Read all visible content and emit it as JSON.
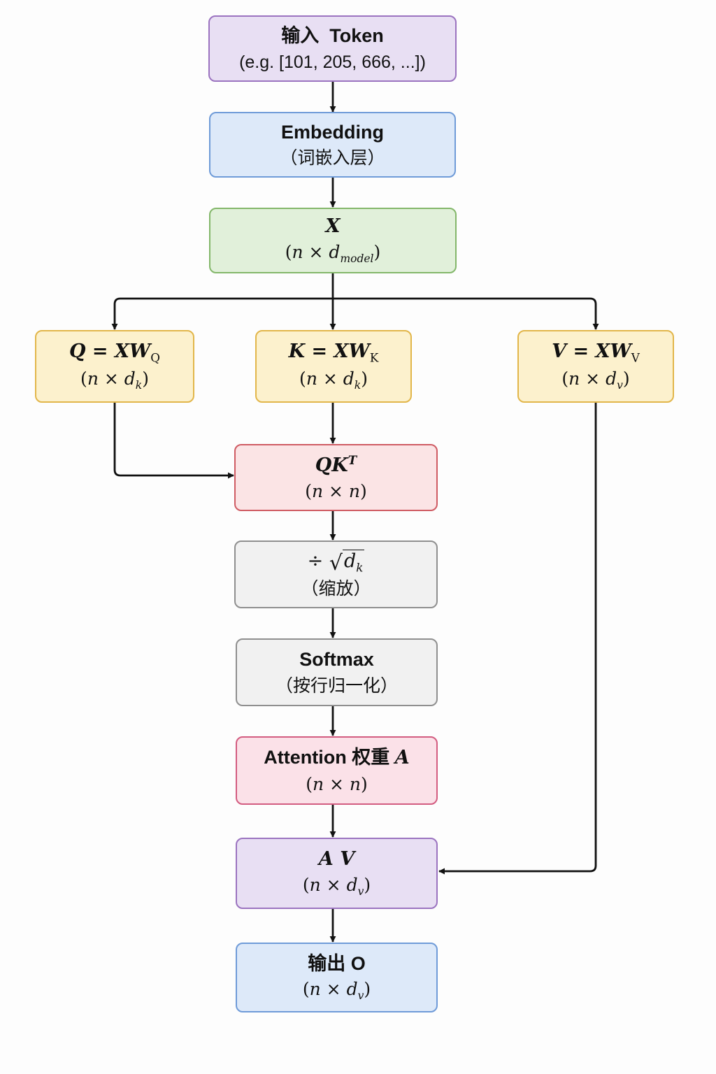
{
  "nodes": {
    "input": {
      "title_cn": "输入",
      "title_en": "Token",
      "subtitle": "(e.g. [101, 205, 666, ...])"
    },
    "embedding": {
      "title": "Embedding",
      "subtitle": "（词嵌入层）"
    },
    "x": {
      "symbol": "X",
      "sub_main": "d",
      "sub_index": "model"
    },
    "q": {
      "lhs": "Q",
      "rhs": "XW",
      "rhs_index": "Q",
      "dim": "d",
      "dim_index": "k"
    },
    "k": {
      "lhs": "K",
      "rhs": "XW",
      "rhs_index": "K",
      "dim": "d",
      "dim_index": "k"
    },
    "v": {
      "lhs": "V",
      "rhs": "XW",
      "rhs_index": "V",
      "dim": "d",
      "dim_index": "v"
    },
    "qkt": {
      "base": "QK",
      "sup": "T",
      "dim": "n"
    },
    "scale": {
      "op": "÷",
      "radicand": "d",
      "radicand_index": "k",
      "subtitle": "（缩放）"
    },
    "softmax": {
      "title": "Softmax",
      "subtitle": "（按行归一化）"
    },
    "attention": {
      "title": "Attention 权重",
      "symbol": "A",
      "dim": "n"
    },
    "av": {
      "symbol": "A V",
      "dim": "d",
      "dim_index": "v"
    },
    "output": {
      "title": "输出 O",
      "dim": "d",
      "dim_index": "v"
    }
  },
  "colors": {
    "purple": "#9b73c0",
    "blue": "#6f9bd8",
    "green": "#83b76a",
    "yellow": "#e2b64a",
    "red": "#cf5b63",
    "gray": "#8f8f8f",
    "pink": "#d35c80",
    "arrow": "#111111"
  }
}
